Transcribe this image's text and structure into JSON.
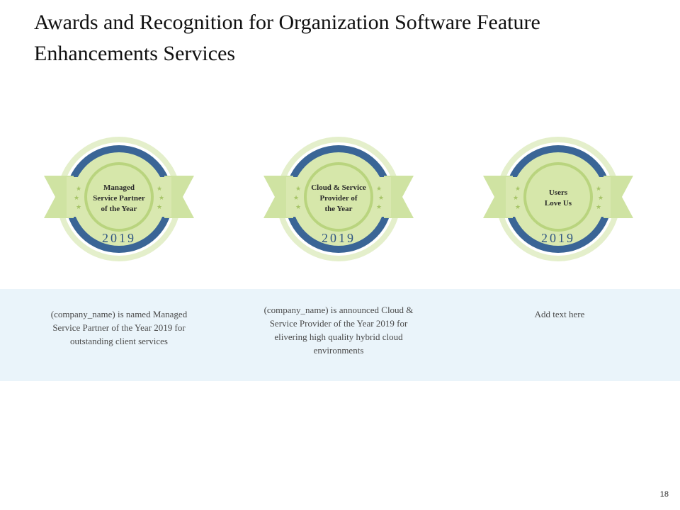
{
  "slide": {
    "title": "Awards and Recognition for Organization Software Feature Enhancements Services",
    "page_number": "18"
  },
  "colors": {
    "ring_blue": "#3a6596",
    "badge_light": "#d9e8b0",
    "badge_mid": "#c3db8e",
    "ribbon": "#cfe3a2",
    "band": "#eaf4fa"
  },
  "awards": [
    {
      "label": "Managed\nService Partner\nof the Year",
      "year": "2019",
      "description": "(company_name) is named Managed Service Partner of the Year 2019 for outstanding client services"
    },
    {
      "label": "Cloud & Service\nProvider of\nthe Year",
      "year": "2019",
      "description": "(company_name) is announced Cloud & Service Provider of the Year 2019 for elivering high quality hybrid cloud environments"
    },
    {
      "label": "Users\nLove Us",
      "year": "2019",
      "description": "Add text here"
    }
  ]
}
